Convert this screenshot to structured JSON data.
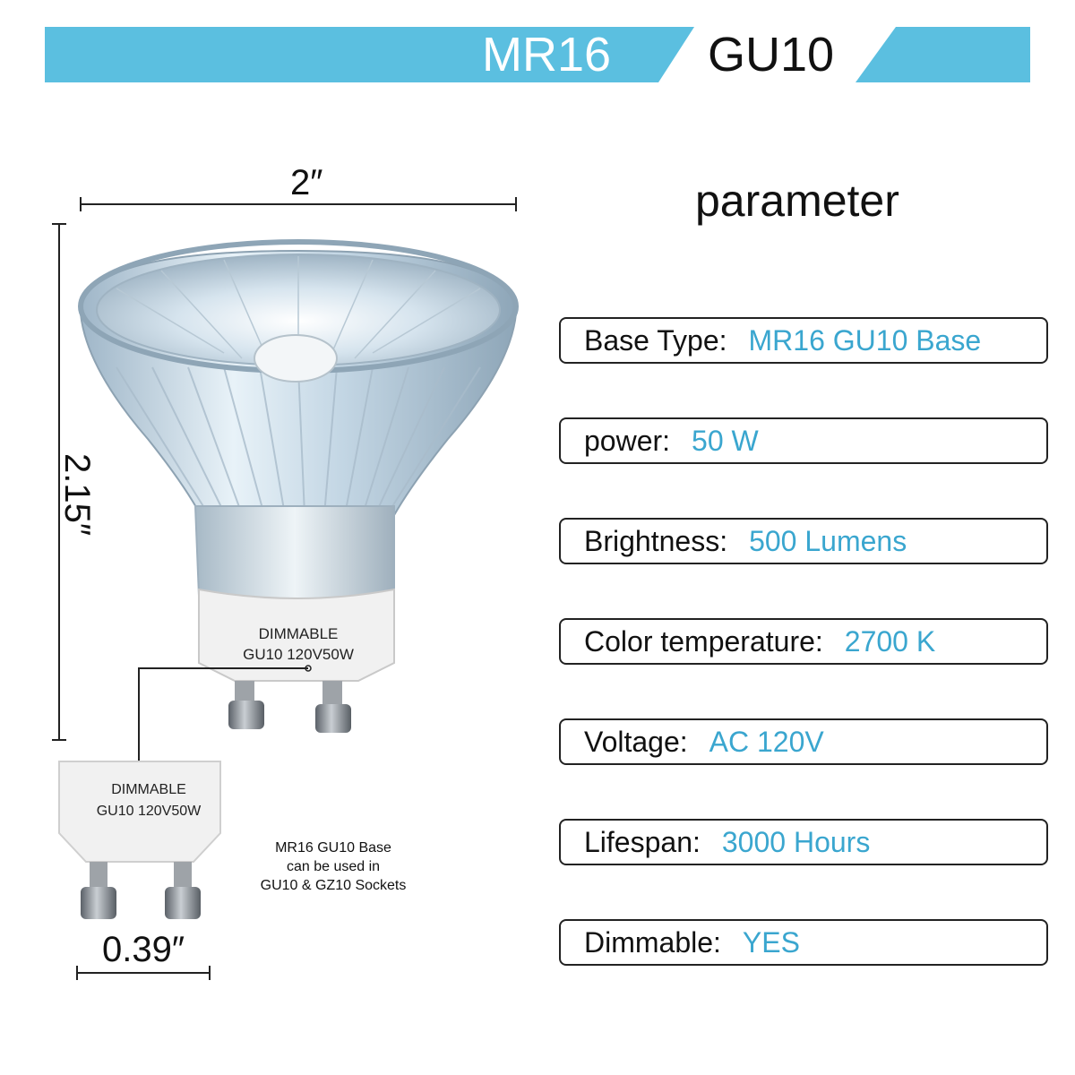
{
  "banner": {
    "left_title": "MR16",
    "right_title": "GU10",
    "color": "#5bbfe0"
  },
  "dimensions": {
    "width": "2″",
    "height": "2.15″",
    "pin_spacing": "0.39″"
  },
  "bulb": {
    "print_line_1": "DIMMABLE",
    "print_line_2": "GU10 120V50W"
  },
  "base_closeup": {
    "print_line_1": "DIMMABLE",
    "print_line_2": "GU10 120V50W"
  },
  "note": {
    "line_1": "MR16 GU10 Base",
    "line_2": "can be used in",
    "line_3": "GU10 & GZ10 Sockets"
  },
  "parameters": {
    "heading": "parameter",
    "value_color": "#3aa6cf",
    "rows": [
      {
        "label": "Base Type:",
        "value": "MR16 GU10 Base"
      },
      {
        "label": "power:",
        "value": "50 W"
      },
      {
        "label": "Brightness:",
        "value": "500 Lumens"
      },
      {
        "label": "Color temperature:",
        "value": "2700 K"
      },
      {
        "label": "Voltage:",
        "value": "AC 120V"
      },
      {
        "label": "Lifespan:",
        "value": "3000 Hours"
      },
      {
        "label": "Dimmable:",
        "value": "YES"
      }
    ]
  }
}
